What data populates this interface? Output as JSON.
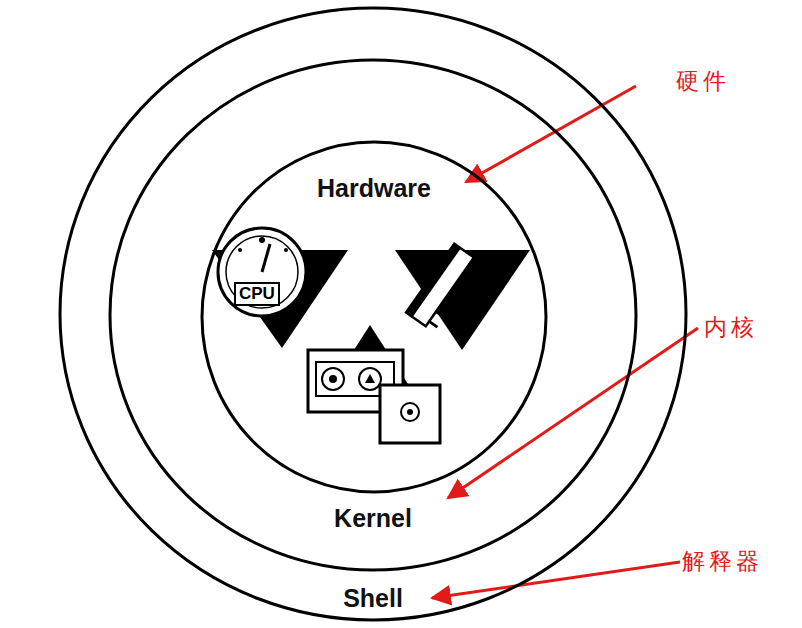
{
  "diagram": {
    "nodes": [
      {
        "text": [
          "Shell"
        ]
      },
      {
        "text": [
          "Kernel"
        ],
        "in": 0
      },
      {
        "text": [
          "Hardware"
        ],
        "in": 1
      }
    ],
    "labels": [
      "CPU",
      "硬件",
      "内核",
      "解释器"
    ]
  }
}
